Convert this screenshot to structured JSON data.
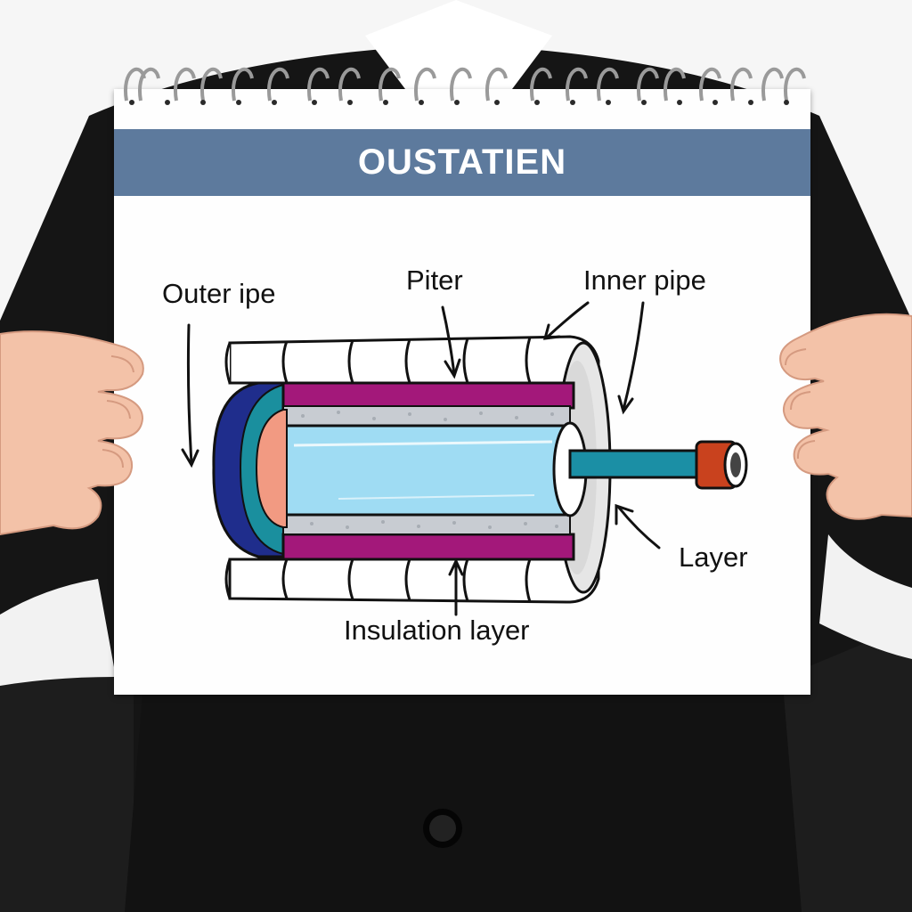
{
  "board": {
    "title": "OUSTATIEN"
  },
  "labels": {
    "outer_pipe": "Outer ipe",
    "piter": "Piter",
    "inner_pipe": "Inner pipe",
    "layer": "Layer",
    "insulation_layer": "Insulation layer"
  },
  "colors": {
    "banner": "#5d7a9d",
    "outer_jacket": "#1f2d8c",
    "teal_ring": "#1a8f9e",
    "magenta_layer": "#a3187a",
    "foil_layer": "#c8ccd2",
    "inner_core": "#9fdcf3",
    "end_cap": "#c9421e",
    "suit": "#141414",
    "skin": "#f3c2a8"
  },
  "icons": [
    "spiral-binding-icon",
    "arrow-icon"
  ]
}
